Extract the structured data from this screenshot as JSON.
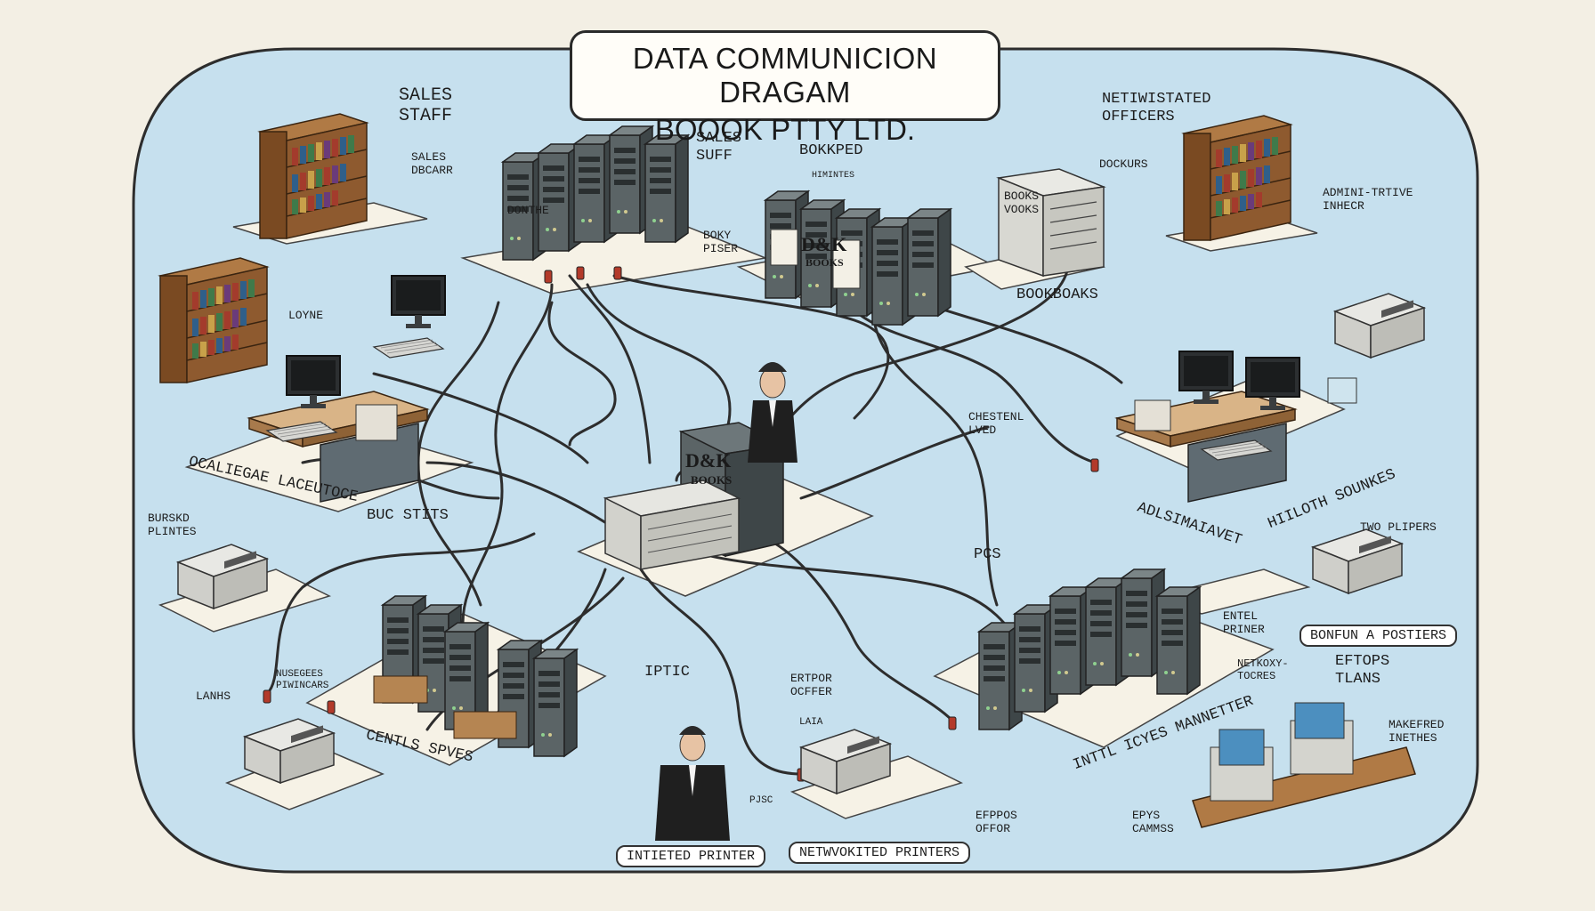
{
  "title": {
    "line1": "DATA COMMUNICION DRAGAM",
    "line2": "BOOOK PTTY LTD."
  },
  "labels": {
    "sales_staff": "SALES\nSTAFF",
    "sales_dbcarr": "SALES\nDBCARR",
    "sales_suff": "SALES\nSUFF",
    "boky_pser": "BOKY\nPISER",
    "server_side": "DONTHE",
    "bokped": "BOKKPED",
    "bokped_sub": "HIMINTES",
    "docks": "DOCKURS",
    "books_vooks": "BOOKS\nVOOKS",
    "bookboaks": "BOOKBOAKS",
    "netwistated": "NETIWISTATED\nOFFICERS",
    "admin": "ADMINI-TRTIVE\nINHECR",
    "loyne": "LOYNE",
    "chestenl": "CHESTENL\nLVED",
    "ocaliegae": "OCALIEGAE LACEUTOCE",
    "bu_stits": "BUC STITS",
    "adlsnmaiavet": "ADLSIMAIAVET",
    "hiiloth_sounkes": "HIILOTH SOUNKES",
    "bursked_plintes": "BURSKD\nPLINTES",
    "pcs": "PCS",
    "two_plipers": "TWO PLIPERS",
    "entel_priner": "ENTEL\nPRINER",
    "netkoxy_tocres": "NETKOXY-\nTOCRES",
    "bonfun": "BONFUN A POSTIERS",
    "eftops": "EFTOPS\nTLANS",
    "lanhs": "LANHS",
    "nusegees": "NUSEGEES\nPIWINCARS",
    "centis_spves": "CENTLS SPVES",
    "iptic": "IPTIC",
    "ertpor": "ERTPOR\nOCFFER",
    "laia": "LAIA",
    "intel_mannetter": "INTTL ICYES MANNETTER",
    "maketred": "MAKEFRED\nINETHES",
    "pjsc": "PJSC",
    "efppos": "EFPPOS\nOFFOR",
    "epys": "EPYS\nCAMMSS",
    "box_integrated": "INTIETED PRINTER",
    "box_network": "NETWVOKITED PRINTERS",
    "dk_main": "D&K",
    "dk_main_sub": "BOOKS",
    "dk_rack": "D&K",
    "dk_rack_sub": "BOOKS"
  },
  "colors": {
    "region": "#c6e0ee",
    "server": "#5b6466",
    "server_dark": "#3e4648",
    "desk": "#a87a4c",
    "desk_top": "#d9b487",
    "shelf": "#8e5a2f",
    "platform": "#f6f2e6",
    "cable": "#2d2d2d",
    "plug": "#b33a2a"
  }
}
